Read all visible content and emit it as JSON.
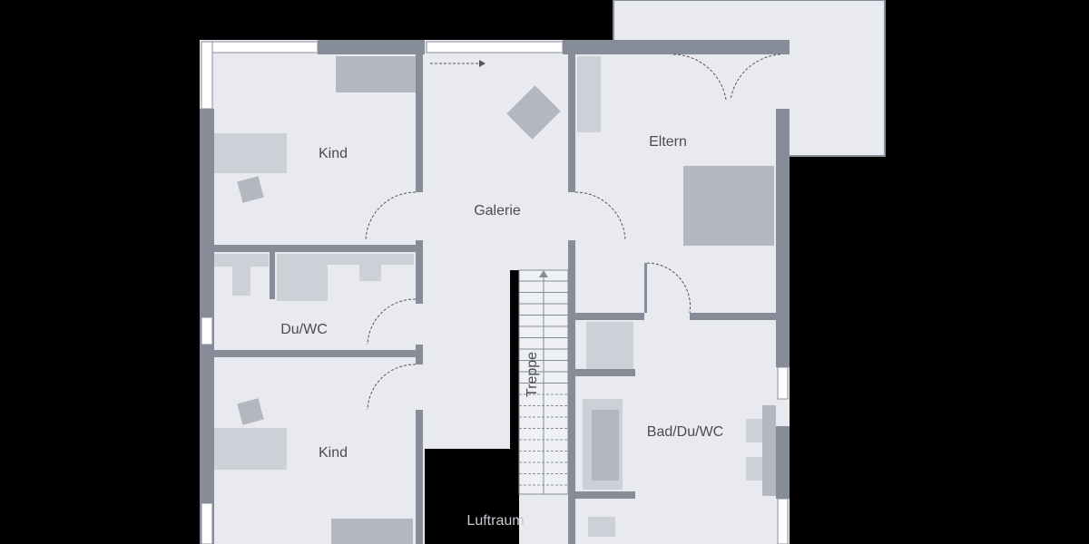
{
  "plan": {
    "rooms": [
      {
        "id": "kind-top",
        "label": "Kind"
      },
      {
        "id": "galerie",
        "label": "Galerie"
      },
      {
        "id": "eltern",
        "label": "Eltern"
      },
      {
        "id": "du-wc",
        "label": "Du/WC"
      },
      {
        "id": "treppe",
        "label": "Treppe"
      },
      {
        "id": "bad",
        "label": "Bad/Du/WC"
      },
      {
        "id": "kind-bottom",
        "label": "Kind"
      },
      {
        "id": "luftraum",
        "label": "Luftraum"
      }
    ],
    "colors": {
      "background": "#000000",
      "floor": "#e8eaef",
      "wall": "#878c99",
      "furniture": "#b4b7bf",
      "text": "#4a4c52"
    }
  }
}
